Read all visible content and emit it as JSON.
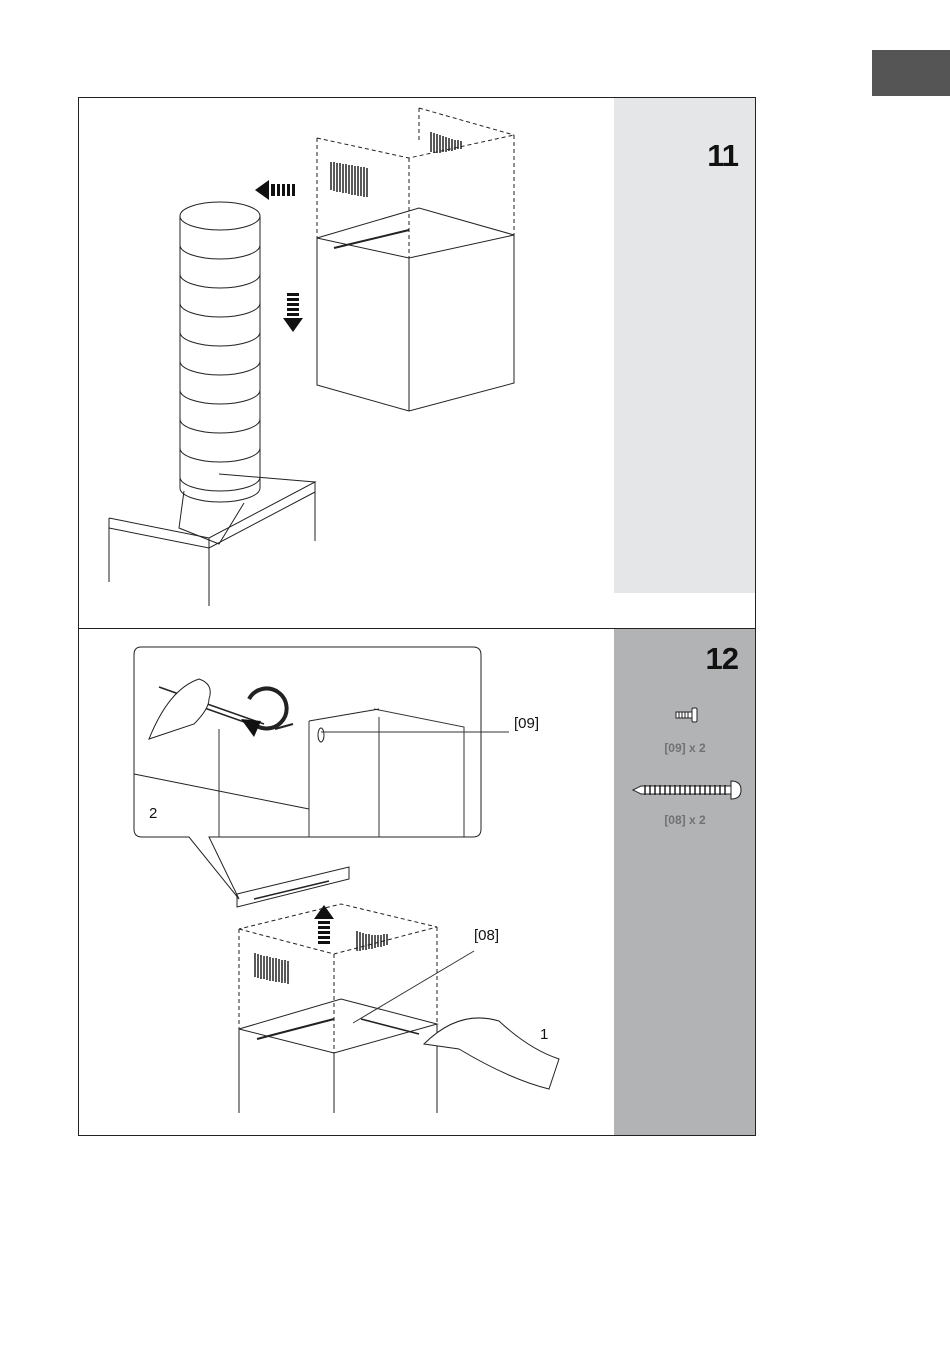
{
  "step11": {
    "number": "11"
  },
  "step12": {
    "number": "12",
    "callout_part_a": "[09]",
    "callout_part_b": "[08]",
    "inset_marker": "2",
    "hand_marker": "1",
    "parts": [
      {
        "label": "[09] x 2",
        "icon": "short-screw-icon"
      },
      {
        "label": "[08] x 2",
        "icon": "long-screw-icon"
      }
    ]
  },
  "colors": {
    "side_light": "#e5e6e7",
    "side_dark": "#b1b3b5",
    "tab": "#555555"
  }
}
